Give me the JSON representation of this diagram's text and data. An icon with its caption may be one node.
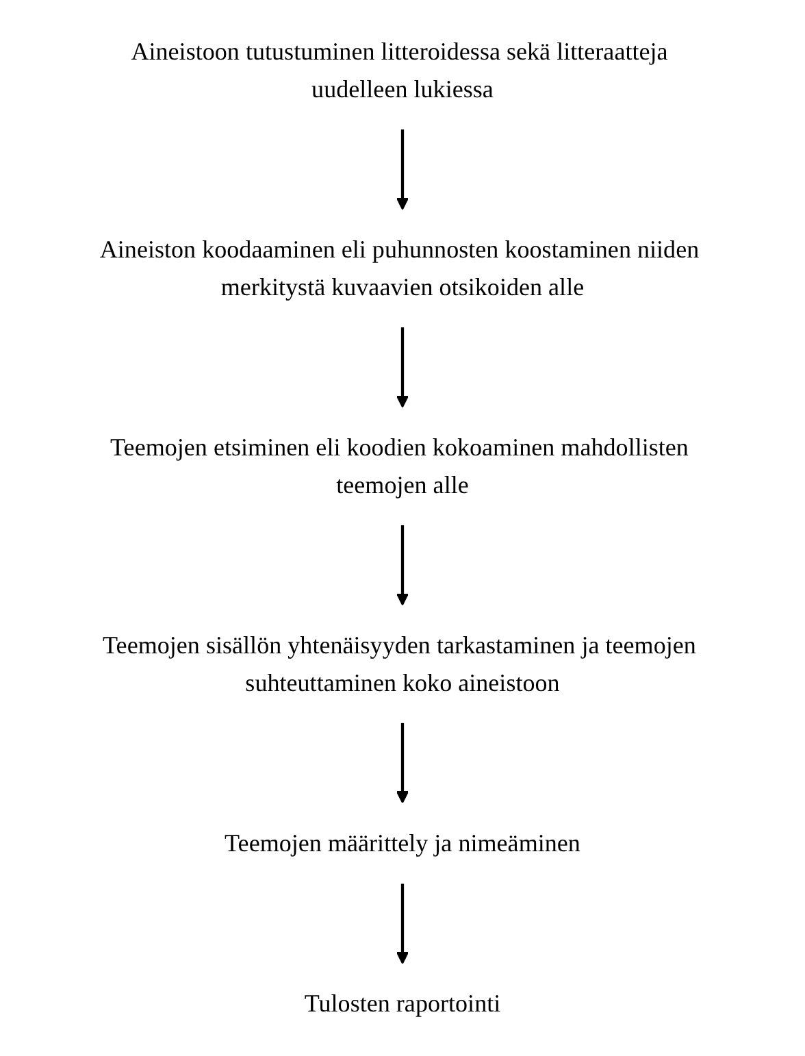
{
  "diagram": {
    "nodes": [
      {
        "text": [
          "Aineistoon tutustuminen litteroidessa sekä litteraatteja uudelleen lukiessa"
        ]
      },
      {
        "text": [
          "Aineiston koodaaminen eli puhunnosten koostaminen niiden merkitystä kuvaavien otsikoiden alle"
        ]
      },
      {
        "text": [
          "Teemojen etsiminen eli koodien kokoaminen mahdollisten teemojen alle"
        ]
      },
      {
        "text": [
          "Teemojen sisällön yhtenäisyyden tarkastaminen ja teemojen suhteuttaminen koko aineistoon"
        ]
      },
      {
        "text": [
          "Teemojen määrittely ja nimeäminen"
        ]
      },
      {
        "text": [
          "Tulosten raportointi"
        ]
      }
    ],
    "edges": [
      {
        "from": 0,
        "to": 1,
        "arrow": "to"
      },
      {
        "from": 1,
        "to": 2,
        "arrow": "to"
      },
      {
        "from": 2,
        "to": 3,
        "arrow": "to"
      },
      {
        "from": 3,
        "to": 4,
        "arrow": "to"
      },
      {
        "from": 4,
        "to": 5,
        "arrow": "to"
      }
    ]
  }
}
